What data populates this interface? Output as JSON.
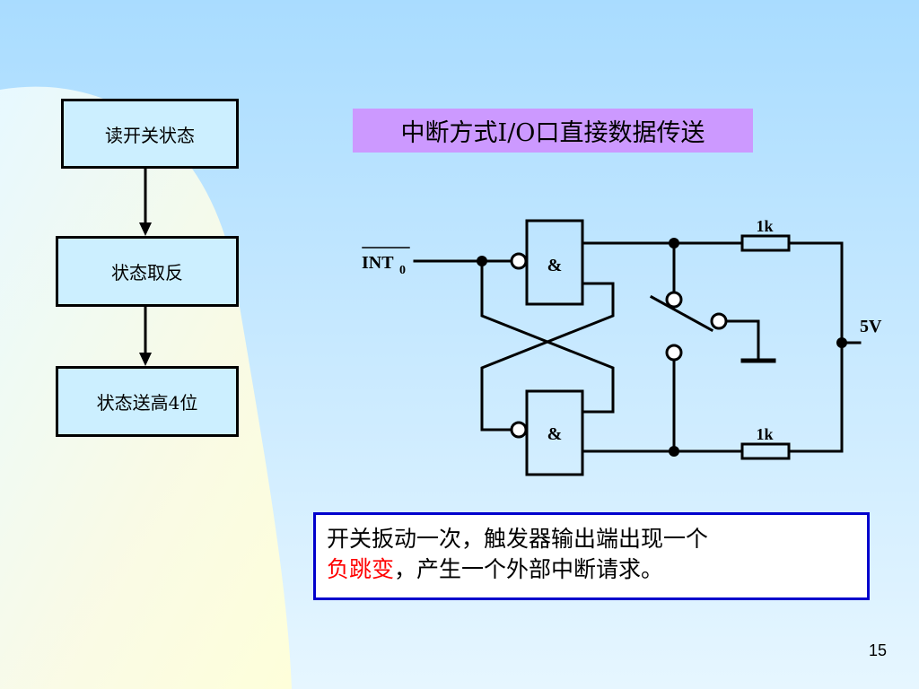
{
  "colors": {
    "flow_box_fill": "#ccefff",
    "title_fill": "#cc99ff",
    "note_border": "#0000cc",
    "highlight": "#ff0000"
  },
  "flowchart": {
    "steps": [
      "读开关状态",
      "状态取反",
      "状态送高4位"
    ]
  },
  "title": "中断方式I/O口直接数据传送",
  "circuit": {
    "input_label": "INT",
    "input_subscript": "0",
    "gate_top_symbol": "&",
    "gate_bottom_symbol": "&",
    "resistor_top_label": "1k",
    "resistor_bottom_label": "1k",
    "supply_label": "5V"
  },
  "note": {
    "line1": "开关扳动一次，触发器输出端出现一个",
    "highlight": "负跳变",
    "line2_rest": "，产生一个外部中断请求。"
  },
  "page_number": "15"
}
